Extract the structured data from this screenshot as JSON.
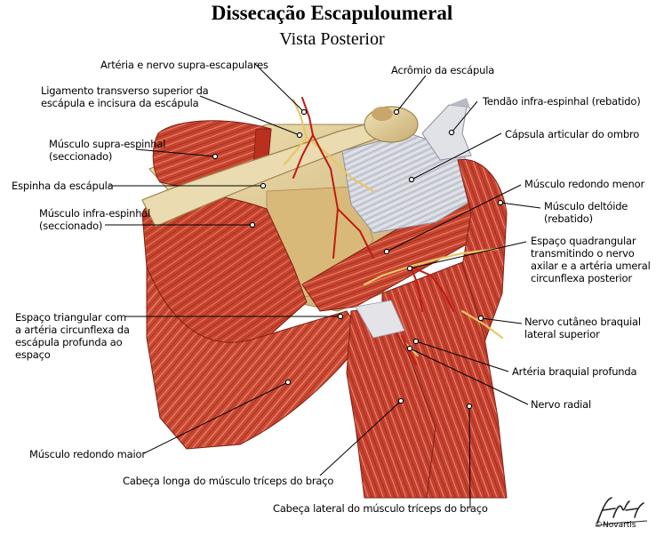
{
  "title": "Dissecação Escapuloumeral",
  "subtitle": "Vista Posterior",
  "labels": {
    "arteria_nervo_supra": "Artéria e nervo supra-escapulares",
    "ligamento_1": "Ligamento transverso superior da",
    "ligamento_2": "escápula e incisura da escápula",
    "supra_1": "Músculo supra-espinhal",
    "supra_2": "(seccionado)",
    "espinha": "Espinha da escápula",
    "infra_1": "Músculo infra-espinhal",
    "infra_2": "(seccionado)",
    "triangular_1": "Espaço triangular com",
    "triangular_2": "a artéria circunflexa da",
    "triangular_3": "escápula profunda ao",
    "triangular_4": "espaço",
    "redondo_maior": "Músculo redondo maior",
    "cabeca_longa": "Cabeça longa do músculo tríceps do braço",
    "cabeca_lateral": "Cabeça lateral do músculo tríceps do braço",
    "acromio": "Acrômio da escápula",
    "tendao": "Tendão infra-espinhal (rebatido)",
    "capsula": "Cápsula articular do ombro",
    "redondo_menor": "Músculo redondo menor",
    "deltoide_1": "Músculo deltóide",
    "deltoide_2": "(rebatido)",
    "quad_1": "Espaço quadrangular",
    "quad_2": "transmitindo o nervo",
    "quad_3": "axilar e a artéria umeral",
    "quad_4": "circunflexa posterior",
    "cutaneo_1": "Nervo cutâneo braquial",
    "cutaneo_2": "lateral superior",
    "braquial": "Artéria braquial profunda",
    "radial": "Nervo radial"
  },
  "brand": "©Novartis",
  "colors": {
    "muscle": "#c8442e",
    "muscle_dark": "#8f2418",
    "muscle_light": "#e4806a",
    "bone": "#e8d6a4",
    "bone_dark": "#b39a62",
    "tendon": "#d9dbe2",
    "nerve": "#f0d98a",
    "artery": "#c21a12"
  }
}
